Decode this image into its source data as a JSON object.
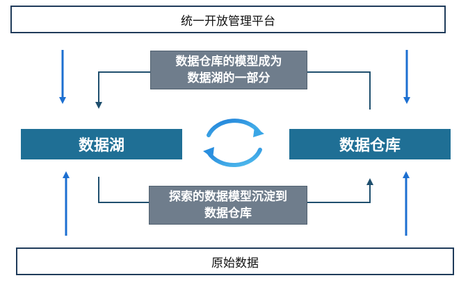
{
  "top_box": "统一开放管理平台",
  "bottom_box": "原始数据",
  "left_node": "数据湖",
  "right_node": "数据仓库",
  "top_label": [
    "数据仓库的模型成为",
    "数据湖的一部分"
  ],
  "bottom_label": [
    "探索的数据模型沉淀到",
    "数据仓库"
  ],
  "colors": {
    "node": "#1f6f95",
    "label": "#6f7d8c",
    "arrow": "#1c6fd1",
    "flow": "#1f4f6e"
  }
}
